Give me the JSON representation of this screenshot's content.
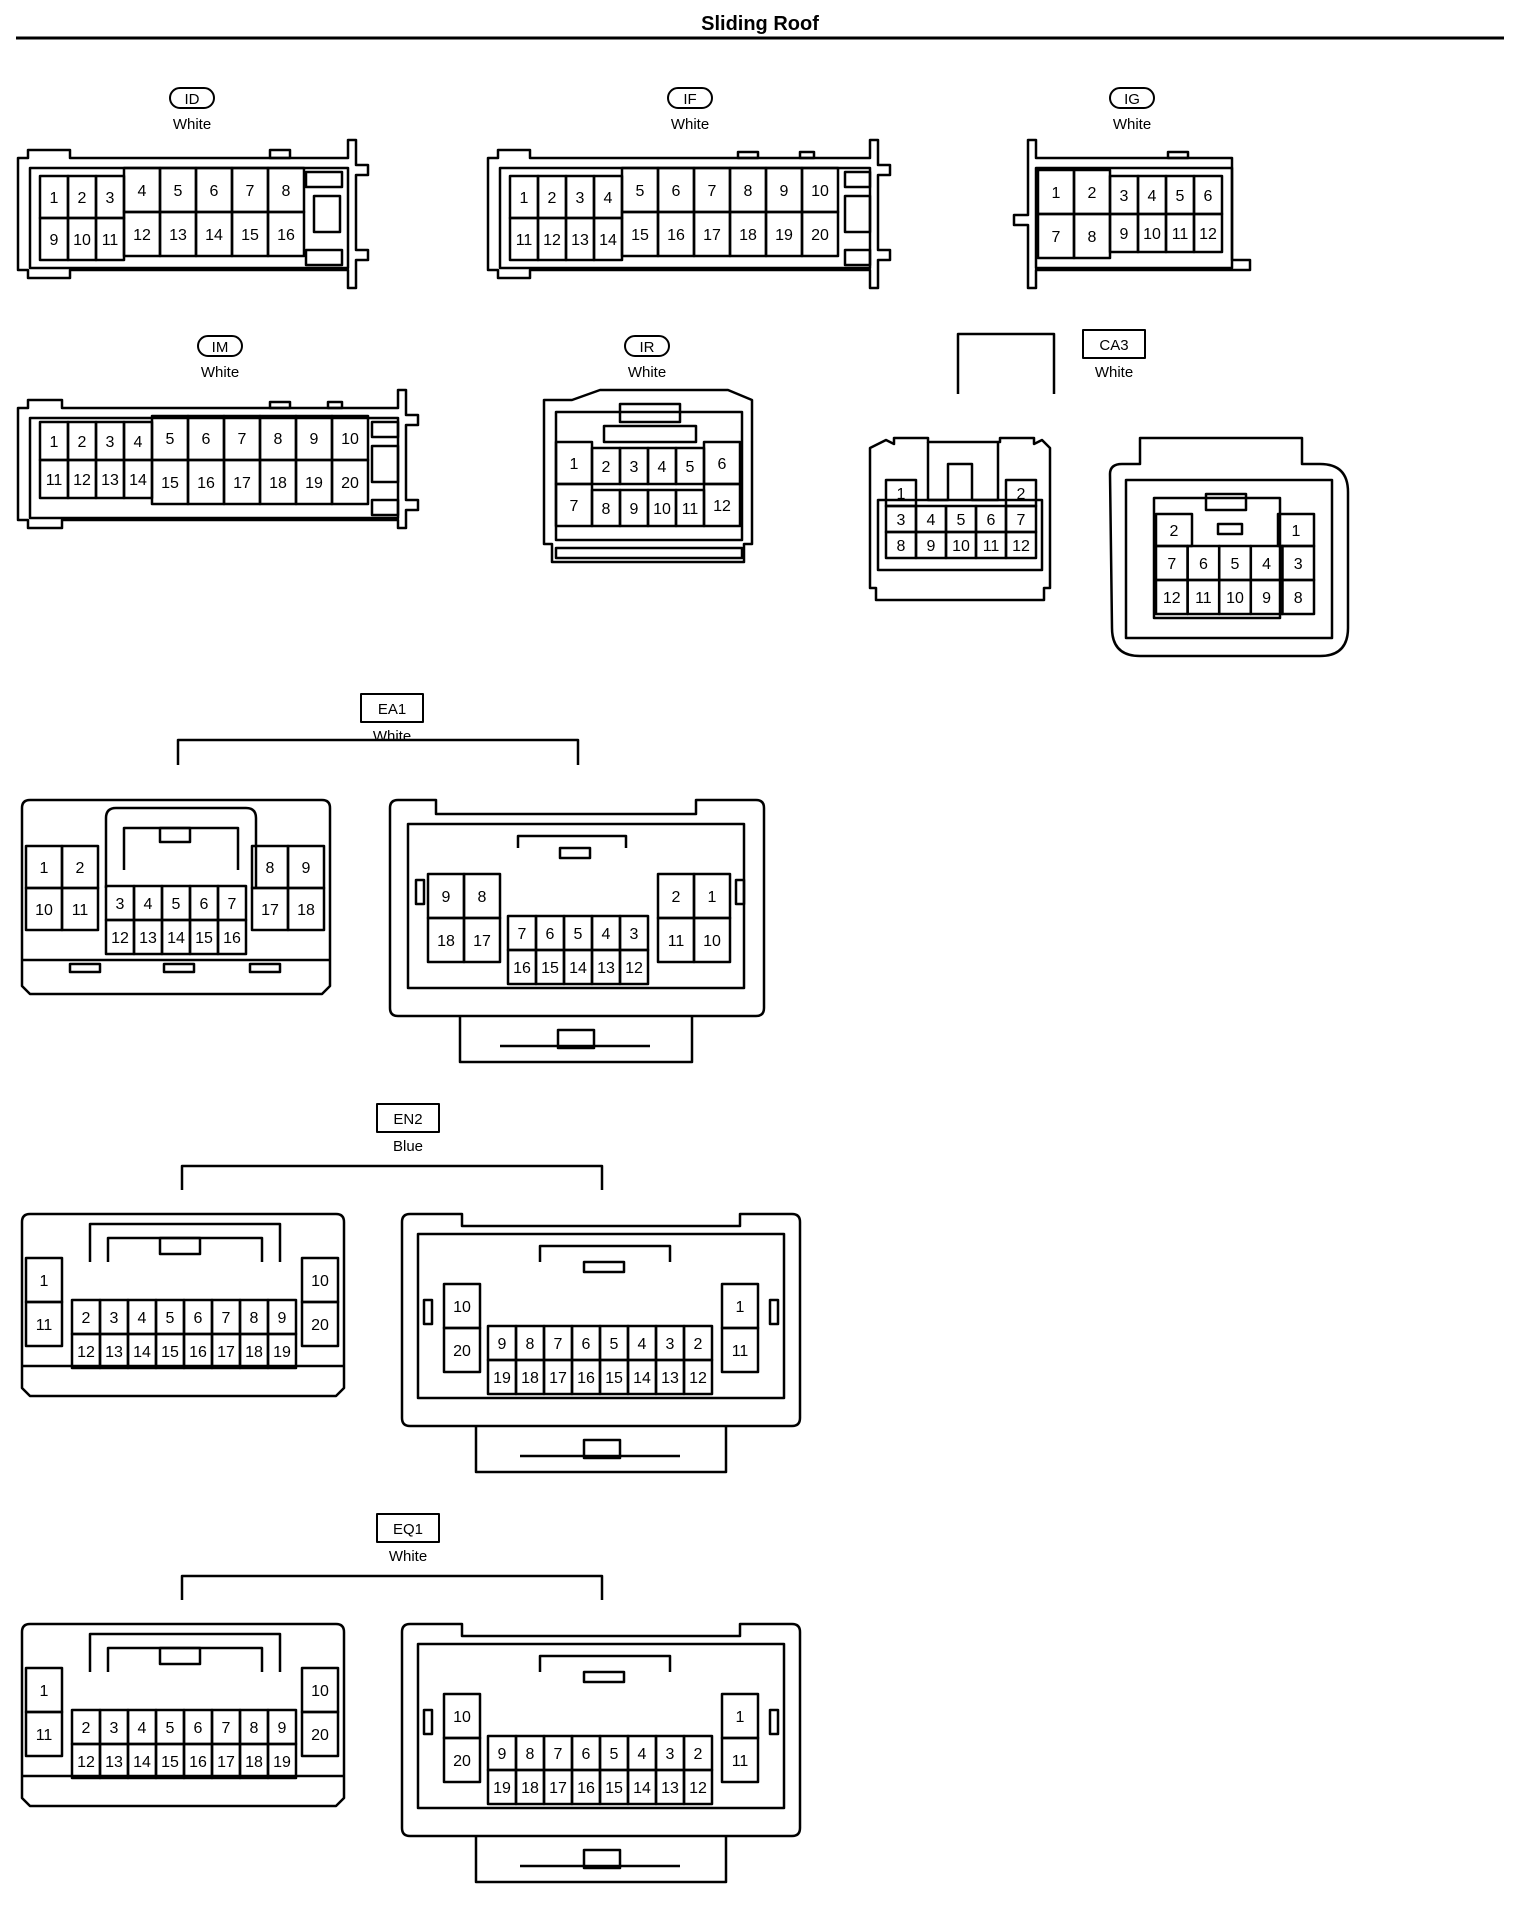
{
  "title": "Sliding Roof",
  "connectors": [
    {
      "id": "ID",
      "color": "White",
      "cells": [
        [
          "1",
          "2",
          "3",
          "4",
          "5",
          "6",
          "7",
          "8"
        ],
        [
          "9",
          "10",
          "11",
          "12",
          "13",
          "14",
          "15",
          "16"
        ]
      ]
    },
    {
      "id": "IF",
      "color": "White",
      "cells": [
        [
          "1",
          "2",
          "3",
          "4",
          "5",
          "6",
          "7",
          "8",
          "9",
          "10"
        ],
        [
          "11",
          "12",
          "13",
          "14",
          "15",
          "16",
          "17",
          "18",
          "19",
          "20"
        ]
      ]
    },
    {
      "id": "IG",
      "color": "White",
      "cells": [
        [
          "1",
          "2",
          "3",
          "4",
          "5",
          "6"
        ],
        [
          "7",
          "8",
          "9",
          "10",
          "11",
          "12"
        ]
      ]
    },
    {
      "id": "IM",
      "color": "White",
      "cells": [
        [
          "1",
          "2",
          "3",
          "4",
          "5",
          "6",
          "7",
          "8",
          "9",
          "10"
        ],
        [
          "11",
          "12",
          "13",
          "14",
          "15",
          "16",
          "17",
          "18",
          "19",
          "20"
        ]
      ]
    },
    {
      "id": "IR",
      "color": "White",
      "cells": [
        [
          "1",
          "2",
          "3",
          "4",
          "5",
          "6"
        ],
        [
          "7",
          "8",
          "9",
          "10",
          "11",
          "12"
        ]
      ]
    },
    {
      "id": "CA3",
      "color": "White",
      "male": [
        [
          "1",
          "2"
        ],
        [
          "3",
          "4",
          "5",
          "6",
          "7"
        ],
        [
          "8",
          "9",
          "10",
          "11",
          "12"
        ]
      ],
      "female": [
        [
          "2",
          "1"
        ],
        [
          "7",
          "6",
          "5",
          "4",
          "3"
        ],
        [
          "12",
          "11",
          "10",
          "9",
          "8"
        ]
      ]
    },
    {
      "id": "EA1",
      "color": "White",
      "male": {
        "left": [
          [
            "1",
            "2"
          ],
          [
            "10",
            "11"
          ]
        ],
        "center": [
          [
            "3",
            "4",
            "5",
            "6",
            "7"
          ],
          [
            "12",
            "13",
            "14",
            "15",
            "16"
          ]
        ],
        "right": [
          [
            "8",
            "9"
          ],
          [
            "17",
            "18"
          ]
        ]
      },
      "female": {
        "left": [
          [
            "9",
            "8"
          ],
          [
            "18",
            "17"
          ]
        ],
        "center": [
          [
            "7",
            "6",
            "5",
            "4",
            "3"
          ],
          [
            "16",
            "15",
            "14",
            "13",
            "12"
          ]
        ],
        "right": [
          [
            "2",
            "1"
          ],
          [
            "11",
            "10"
          ]
        ]
      }
    },
    {
      "id": "EN2",
      "color": "Blue",
      "male": {
        "left": [
          [
            "1"
          ],
          [
            "11"
          ]
        ],
        "center": [
          [
            "2",
            "3",
            "4",
            "5",
            "6",
            "7",
            "8",
            "9"
          ],
          [
            "12",
            "13",
            "14",
            "15",
            "16",
            "17",
            "18",
            "19"
          ]
        ],
        "right": [
          [
            "10"
          ],
          [
            "20"
          ]
        ]
      },
      "female": {
        "left": [
          [
            "10"
          ],
          [
            "20"
          ]
        ],
        "center": [
          [
            "9",
            "8",
            "7",
            "6",
            "5",
            "4",
            "3",
            "2"
          ],
          [
            "19",
            "18",
            "17",
            "16",
            "15",
            "14",
            "13",
            "12"
          ]
        ],
        "right": [
          [
            "1"
          ],
          [
            "11"
          ]
        ]
      }
    },
    {
      "id": "EQ1",
      "color": "White",
      "male": {
        "left": [
          [
            "1"
          ],
          [
            "11"
          ]
        ],
        "center": [
          [
            "2",
            "3",
            "4",
            "5",
            "6",
            "7",
            "8",
            "9"
          ],
          [
            "12",
            "13",
            "14",
            "15",
            "16",
            "17",
            "18",
            "19"
          ]
        ],
        "right": [
          [
            "10"
          ],
          [
            "20"
          ]
        ]
      },
      "female": {
        "left": [
          [
            "10"
          ],
          [
            "20"
          ]
        ],
        "center": [
          [
            "9",
            "8",
            "7",
            "6",
            "5",
            "4",
            "3",
            "2"
          ],
          [
            "19",
            "18",
            "17",
            "16",
            "15",
            "14",
            "13",
            "12"
          ]
        ],
        "right": [
          [
            "1"
          ],
          [
            "11"
          ]
        ]
      }
    }
  ]
}
